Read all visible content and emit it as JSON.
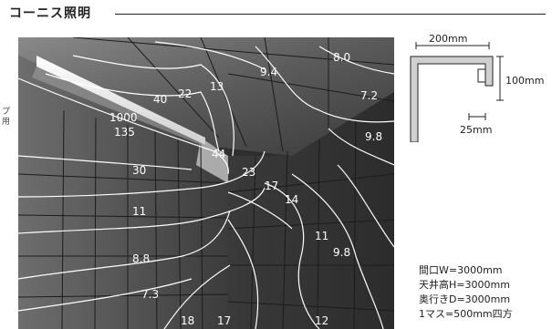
{
  "title": "コーニス照明",
  "side_note": [
    "プ",
    "用"
  ],
  "iso_labels": [
    "8.0",
    "9.4",
    "13",
    "22",
    "40",
    "7.2",
    "1000",
    "135",
    "9.8",
    "44",
    "30",
    "23",
    "17",
    "14",
    "11",
    "11",
    "9.8",
    "8.8",
    "7.3",
    "18",
    "17",
    "12"
  ],
  "dimensions": {
    "width": "200mm",
    "height": "100mm",
    "slot": "25mm"
  },
  "specs": [
    "間口W=3000mm",
    "天井高H=3000mm",
    "奥行きD=3000mm",
    "1マス=500mm四方"
  ]
}
